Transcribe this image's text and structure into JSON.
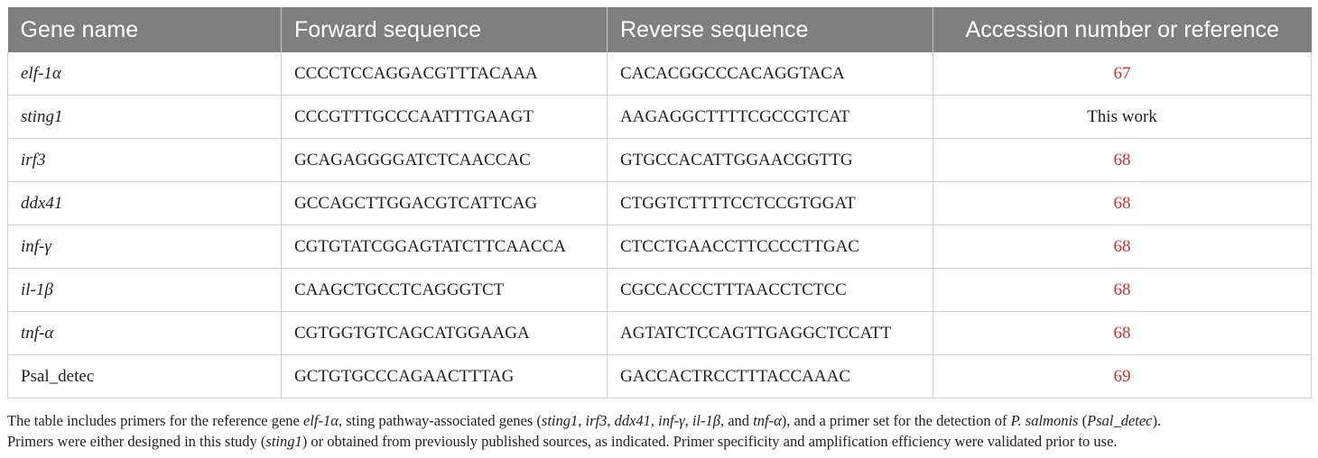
{
  "table": {
    "headers": [
      "Gene name",
      "Forward sequence",
      "Reverse sequence",
      "Accession number or reference"
    ],
    "rows": [
      {
        "gene": "elf-1α",
        "forward": "CCCCTCCAGGACGTTTACAAA",
        "reverse": "CACACGGCCCACAGGTACA",
        "ref": "67"
      },
      {
        "gene": "sting1",
        "forward": "CCCGTTTGCCCAATTTGAAGT",
        "reverse": "AAGAGGCTTTTCGCCGTCAT",
        "ref": "This work"
      },
      {
        "gene": "irf3",
        "forward": "GCAGAGGGGATCTCAACCAC",
        "reverse": "GTGCCACATTGGAACGGTTG",
        "ref": "68"
      },
      {
        "gene": "ddx41",
        "forward": "GCCAGCTTGGACGTCATTCAG",
        "reverse": "CTGGTCTTTTCCTCCGTGGAT",
        "ref": "68"
      },
      {
        "gene": "inf-γ",
        "forward": "CGTGTATCGGAGTATCTTCAACCA",
        "reverse": "CTCCTGAACCTTCCCCTTGAC",
        "ref": "68"
      },
      {
        "gene": "il-1β",
        "forward": "CAAGCTGCCTCAGGGTCT",
        "reverse": "CGCCACCCTTTAACCTCTCC",
        "ref": "68"
      },
      {
        "gene": "tnf-α",
        "forward": "CGTGGTGTCAGCATGGAAGA",
        "reverse": "AGTATCTCCAGTTGAGGCTCCATT",
        "ref": "68"
      },
      {
        "gene": "Psal_detec",
        "forward": "GCTGTGCCCAGAACTTTAG",
        "reverse": "GACCACTRCCTTTACCAAAC",
        "ref": "69"
      }
    ]
  },
  "footnote": {
    "line1": [
      {
        "text": "The table includes primers for the reference gene ",
        "italic": false
      },
      {
        "text": "elf-1α",
        "italic": true
      },
      {
        "text": ", sting pathway-associated genes (",
        "italic": false
      },
      {
        "text": "sting1",
        "italic": true
      },
      {
        "text": ", ",
        "italic": false
      },
      {
        "text": "irf3",
        "italic": true
      },
      {
        "text": ", ",
        "italic": false
      },
      {
        "text": "ddx41",
        "italic": true
      },
      {
        "text": ", ",
        "italic": false
      },
      {
        "text": "inf-γ",
        "italic": true
      },
      {
        "text": ", ",
        "italic": false
      },
      {
        "text": "il-1β",
        "italic": true
      },
      {
        "text": ", and ",
        "italic": false
      },
      {
        "text": "tnf-α",
        "italic": true
      },
      {
        "text": "), and a primer set for the detection of ",
        "italic": false
      },
      {
        "text": "P. salmonis",
        "italic": true
      },
      {
        "text": " (",
        "italic": false
      },
      {
        "text": "Psal_detec",
        "italic": true
      },
      {
        "text": ").",
        "italic": false
      }
    ],
    "line2": [
      {
        "text": "Primers were either designed in this study (",
        "italic": false
      },
      {
        "text": "sting1",
        "italic": true
      },
      {
        "text": ") or obtained from previously published sources, as indicated. Primer specificity and amplification efficiency were validated prior to use.",
        "italic": false
      }
    ]
  },
  "colors": {
    "header_bg": "#7f7f7f",
    "header_text": "#ffffff",
    "reference_link": "#c8332b",
    "grid": "#cfcfcf"
  }
}
